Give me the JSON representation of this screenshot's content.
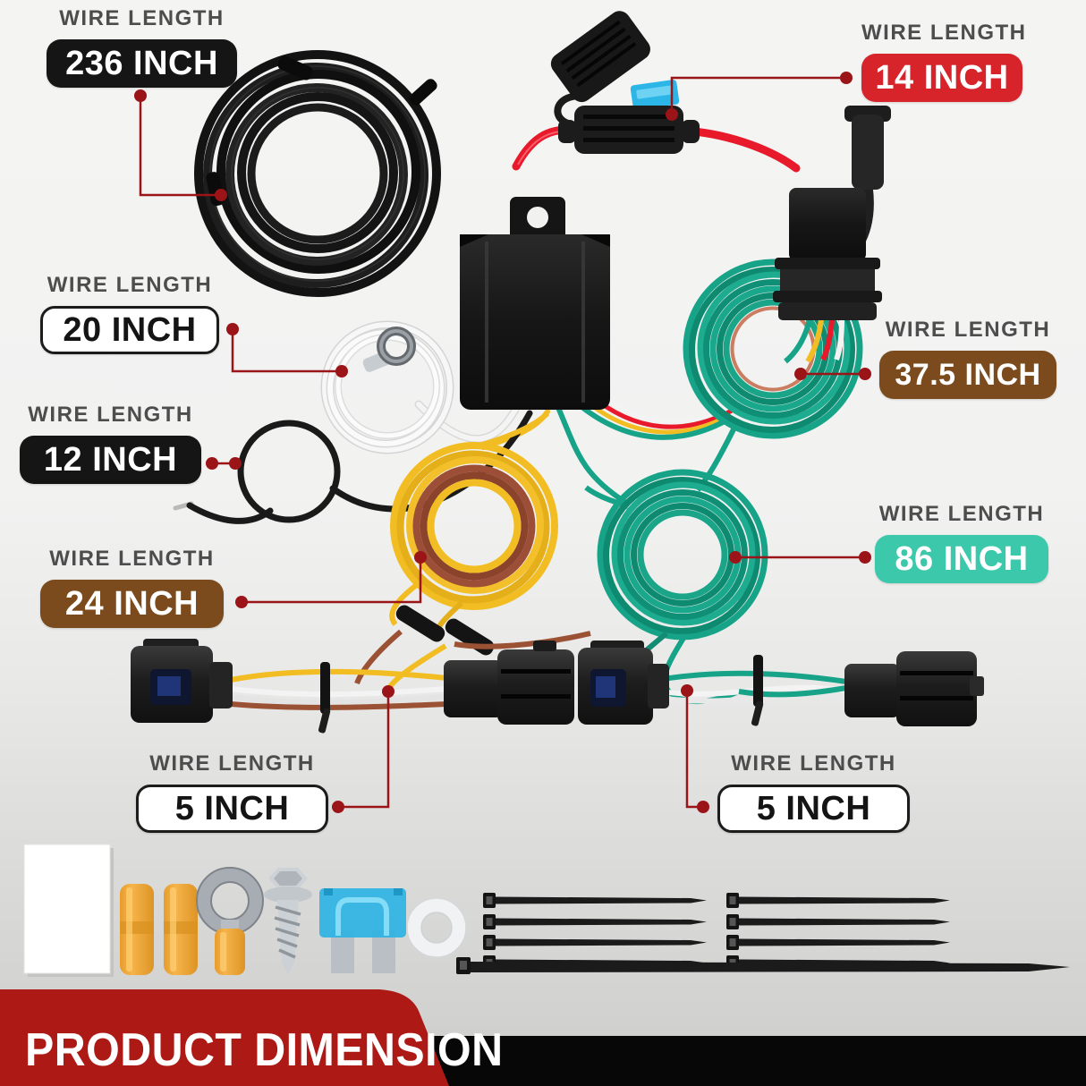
{
  "banner": {
    "label": "PRODUCT DIMENSION",
    "background_color": "#ad1a16",
    "strip_color": "#070707",
    "text_color": "#ffffff"
  },
  "leader_color": "#9b1418",
  "callouts": {
    "inch236": {
      "title": "WIRE LENGTH",
      "value": "236 INCH",
      "pill_color": "#151515",
      "text_color": "#ffffff"
    },
    "inch20": {
      "title": "WIRE LENGTH",
      "value": "20 INCH",
      "pill_color": "#ffffff",
      "text_color": "#141414"
    },
    "inch12": {
      "title": "WIRE LENGTH",
      "value": "12 INCH",
      "pill_color": "#151515",
      "text_color": "#ffffff"
    },
    "inch24": {
      "title": "WIRE LENGTH",
      "value": "24 INCH",
      "pill_color": "#7b4b1d",
      "text_color": "#ffffff"
    },
    "inch14": {
      "title": "WIRE LENGTH",
      "value": "14 INCH",
      "pill_color": "#d7232a",
      "text_color": "#ffffff"
    },
    "inch375": {
      "title": "WIRE LENGTH",
      "value": "37.5 INCH",
      "pill_color": "#7b4b1d",
      "text_color": "#ffffff"
    },
    "inch86": {
      "title": "WIRE LENGTH",
      "value": "86 INCH",
      "pill_color": "#3cc9ab",
      "text_color": "#ffffff"
    },
    "inch5_left": {
      "title": "WIRE LENGTH",
      "value": "5 INCH",
      "pill_color": "#ffffff",
      "text_color": "#141414"
    },
    "inch5_right": {
      "title": "WIRE LENGTH",
      "value": "5 INCH",
      "pill_color": "#ffffff",
      "text_color": "#141414"
    }
  },
  "wire_colors": {
    "black": "#1a1a1a",
    "white": "#f3f3f3",
    "yellow": "#f1bd22",
    "brown": "#9b5134",
    "green_teal": "#17a388",
    "red": "#e8192b",
    "fuse_blue": "#2fb3e3"
  },
  "components": [
    "black-wire-coil-236",
    "inline-fuse-holder-with-red-wire",
    "four-pin-flat-trailer-connector-with-dust-cap",
    "white-ground-wire-coil-with-ring-terminal",
    "black-ground-wire-loop",
    "converter-module-box",
    "yellow-brown-wire-coil",
    "heat-shrink-splices",
    "green-bonded-wire-coil-37",
    "green-bonded-wire-coil-86",
    "left-t-connector-harness",
    "right-t-connector-harness",
    "instruction-card",
    "yellow-butt-connector",
    "yellow-butt-connector",
    "ring-terminal",
    "self-drilling-screw",
    "blade-fuse",
    "nylon-washer",
    "short-cable-ties-x8",
    "long-cable-tie"
  ]
}
